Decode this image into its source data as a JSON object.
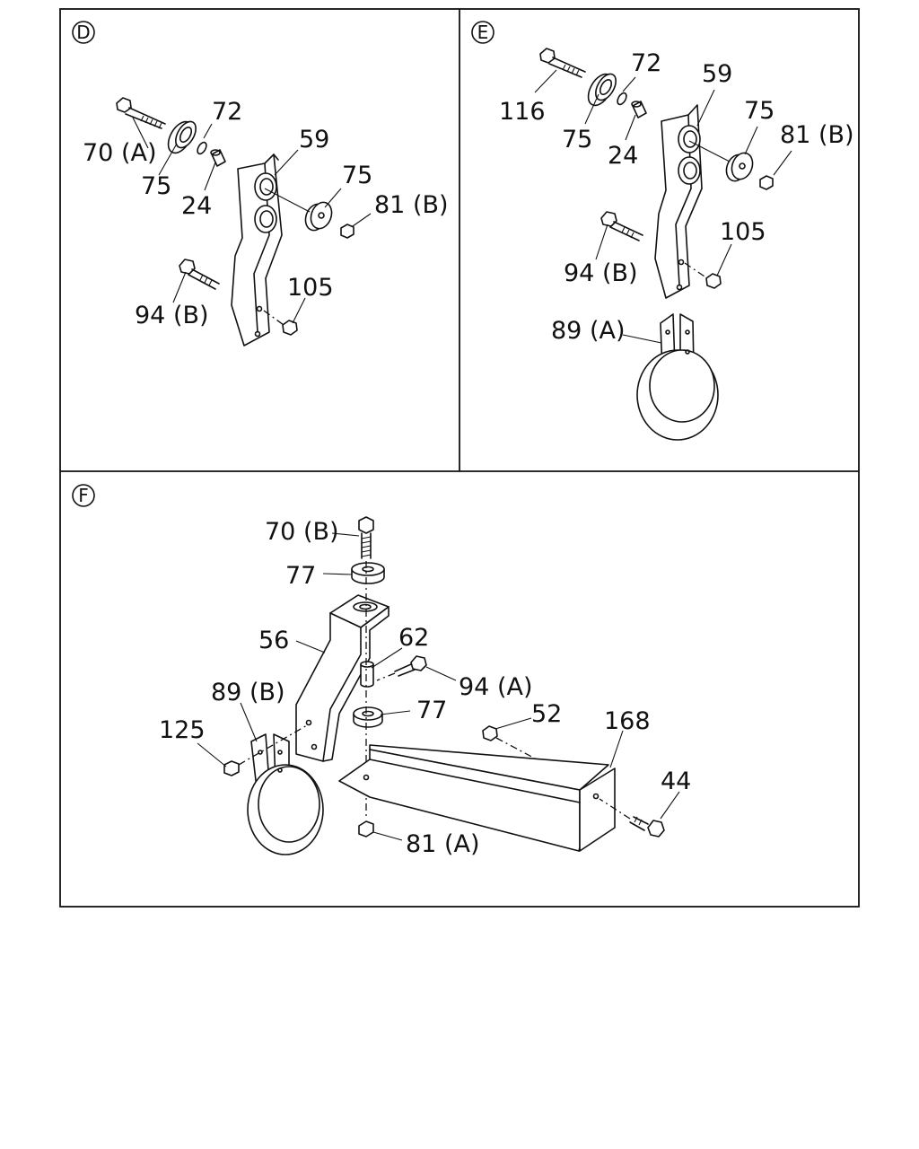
{
  "panels": {
    "d": {
      "letter": "D",
      "labels": {
        "p70a": "70 (A)",
        "p72": "72",
        "p75a": "75",
        "p24": "24",
        "p59": "59",
        "p75b": "75",
        "p81b": "81 (B)",
        "p94b": "94 (B)",
        "p105": "105"
      }
    },
    "e": {
      "letter": "E",
      "labels": {
        "p116": "116",
        "p72": "72",
        "p59": "59",
        "p75a": "75",
        "p24": "24",
        "p75b": "75",
        "p81b": "81 (B)",
        "p94b": "94 (B)",
        "p105": "105",
        "p89a": "89 (A)"
      }
    },
    "f": {
      "letter": "F",
      "labels": {
        "p70b": "70 (B)",
        "p77a": "77",
        "p56": "56",
        "p62": "62",
        "p94a": "94 (A)",
        "p89b": "89 (B)",
        "p77b": "77",
        "p52": "52",
        "p168": "168",
        "p125": "125",
        "p44": "44",
        "p81a": "81 (A)"
      }
    }
  }
}
